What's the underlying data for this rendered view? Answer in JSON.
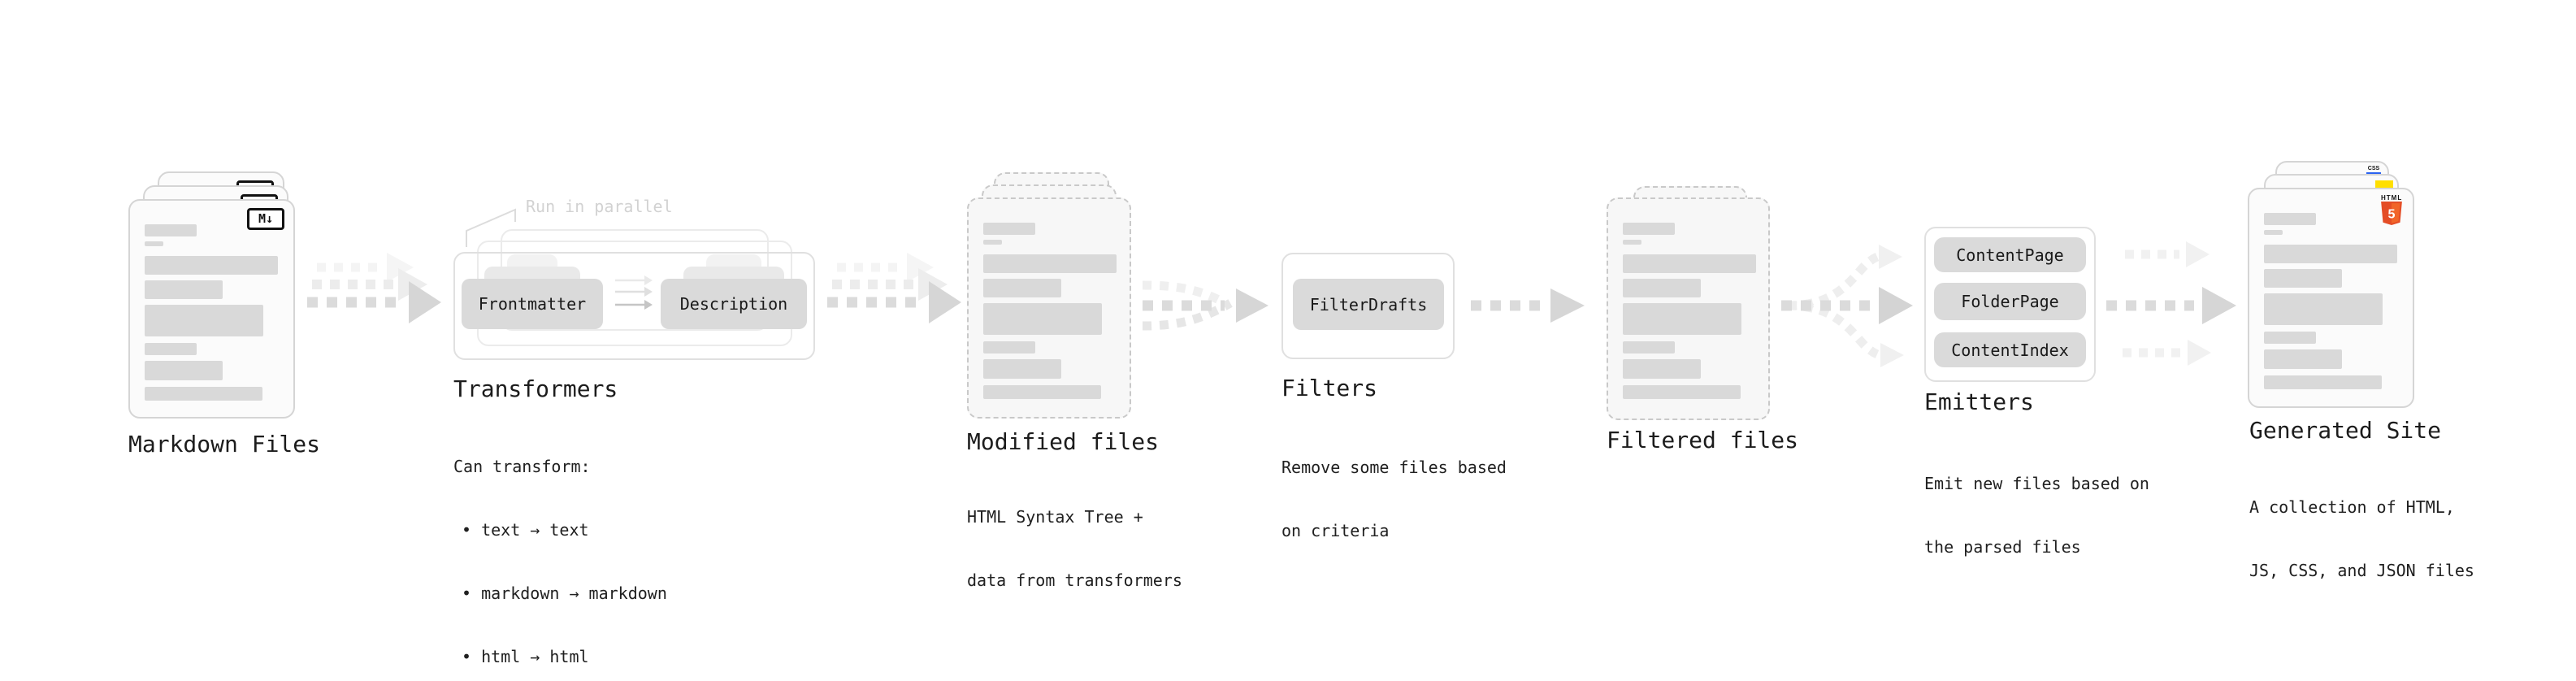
{
  "stages": {
    "markdown": {
      "title": "Markdown Files",
      "badge": "M↓"
    },
    "transformers": {
      "title": "Transformers",
      "annotation": "Run in parallel",
      "pill_left": "Frontmatter",
      "pill_right": "Description",
      "desc_heading": "Can transform:",
      "bullets": [
        "• text → text",
        "• markdown → markdown",
        "• html → html"
      ]
    },
    "modified": {
      "title": "Modified files",
      "desc": [
        "HTML Syntax Tree +",
        "data from transformers"
      ]
    },
    "filters": {
      "title": "Filters",
      "pill": "FilterDrafts",
      "desc": [
        "Remove some files based",
        "on criteria"
      ]
    },
    "filtered": {
      "title": "Filtered files"
    },
    "emitters": {
      "title": "Emitters",
      "pills": [
        "ContentPage",
        "FolderPage",
        "ContentIndex"
      ],
      "desc": [
        "Emit new files based on",
        "the parsed files"
      ]
    },
    "generated": {
      "title": "Generated Site",
      "desc": [
        "A collection of HTML,",
        "JS, CSS, and JSON files"
      ],
      "badges": {
        "html_label": "HTML",
        "html_number": "5",
        "css_label": "CSS"
      }
    }
  },
  "colors": {
    "html5_orange": "#E44D26",
    "html5_orange_light": "#F16529",
    "css_blue": "#2B63F1",
    "js_yellow": "#FFDF00",
    "arrow_gray": "#D6D6D6",
    "bar_gray": "#D9D9D9"
  }
}
